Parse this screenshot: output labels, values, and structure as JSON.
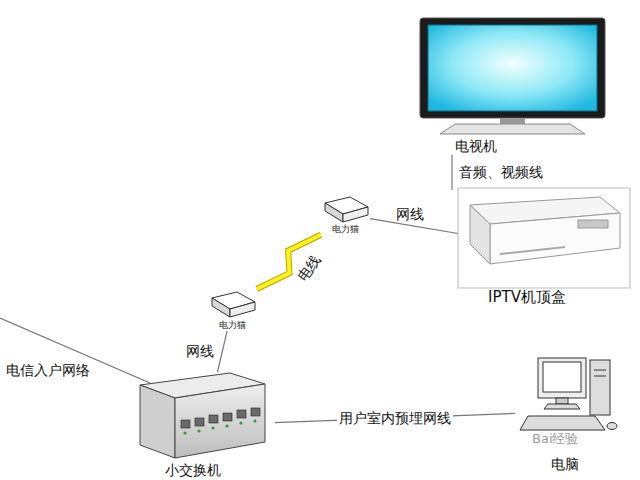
{
  "diagram": {
    "nodes": [
      {
        "text": [
          "电视机"
        ]
      },
      {
        "text": [
          "IPTV机顶盒"
        ]
      },
      {
        "text": [
          "电力猫"
        ]
      },
      {
        "text": [
          "电力猫"
        ]
      },
      {
        "text": [
          "小交换机"
        ]
      },
      {
        "text": [
          "电脑"
        ]
      }
    ],
    "edges": [
      {
        "from": 0,
        "to": 1,
        "label": "音频、视频线",
        "arrow": "none"
      },
      {
        "from": 2,
        "to": 1,
        "label": "网线",
        "arrow": "none"
      },
      {
        "from": 3,
        "to": 2,
        "label": "电线",
        "arrow": "none"
      },
      {
        "from": 4,
        "to": 3,
        "label": "网线",
        "arrow": "none"
      },
      {
        "from": 4,
        "to": 5,
        "label": "用户室内预埋网线",
        "arrow": "none"
      }
    ],
    "labels": [
      "电信入户网络",
      "Bai经验"
    ]
  }
}
